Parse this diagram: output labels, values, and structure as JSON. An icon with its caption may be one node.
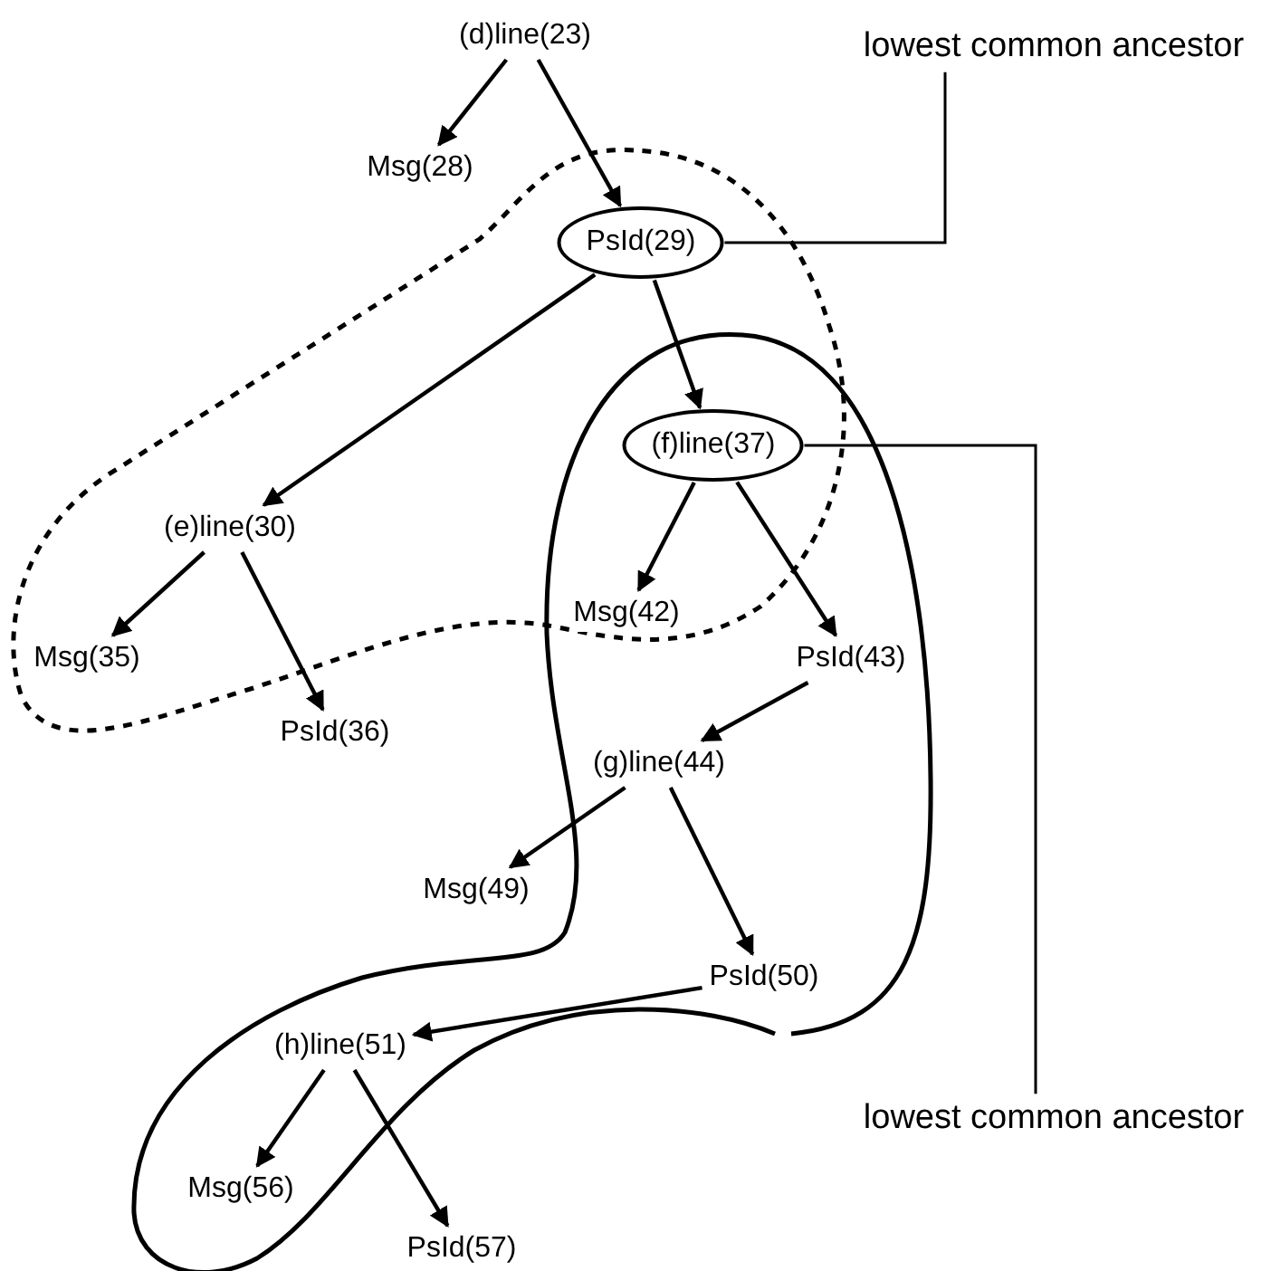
{
  "diagram": {
    "nodes": [
      {
        "text": [
          "(d)line(23)"
        ]
      },
      {
        "text": [
          "lowest common ancestor"
        ]
      },
      {
        "text": [
          "Msg(28)"
        ]
      },
      {
        "text": [
          "PsId(29)"
        ]
      },
      {
        "text": [
          "(e)line(30)"
        ]
      },
      {
        "text": [
          "(f)line(37)"
        ]
      },
      {
        "text": [
          "Msg(42)"
        ]
      },
      {
        "text": [
          "Msg(35)"
        ]
      },
      {
        "text": [
          "PsId(43)"
        ]
      },
      {
        "text": [
          "PsId(36)"
        ]
      },
      {
        "text": [
          "(g)line(44)"
        ]
      },
      {
        "text": [
          "Msg(49)"
        ]
      },
      {
        "text": [
          "PsId(50)"
        ]
      },
      {
        "text": [
          "(h)line(51)"
        ]
      },
      {
        "text": [
          "lowest common ancestor"
        ]
      },
      {
        "text": [
          "Msg(56)"
        ]
      },
      {
        "text": [
          "PsId(57)"
        ]
      }
    ],
    "edges": [
      {
        "from": 0,
        "to": 2,
        "arrow": "to"
      },
      {
        "from": 0,
        "to": 3,
        "arrow": "to"
      },
      {
        "from": 3,
        "to": 1,
        "arrow": "none"
      },
      {
        "from": 3,
        "to": 4,
        "arrow": "to"
      },
      {
        "from": 3,
        "to": 5,
        "arrow": "to"
      },
      {
        "from": 5,
        "to": 14,
        "arrow": "none"
      },
      {
        "from": 5,
        "to": 6,
        "arrow": "to"
      },
      {
        "from": 5,
        "to": 8,
        "arrow": "to"
      },
      {
        "from": 4,
        "to": 7,
        "arrow": "to"
      },
      {
        "from": 4,
        "to": 9,
        "arrow": "to"
      },
      {
        "from": 8,
        "to": 10,
        "arrow": "to"
      },
      {
        "from": 10,
        "to": 11,
        "arrow": "to"
      },
      {
        "from": 10,
        "to": 12,
        "arrow": "to"
      },
      {
        "from": 12,
        "to": 13,
        "arrow": "to"
      },
      {
        "from": 13,
        "to": 15,
        "arrow": "to"
      },
      {
        "from": 13,
        "to": 16,
        "arrow": "to"
      }
    ]
  }
}
